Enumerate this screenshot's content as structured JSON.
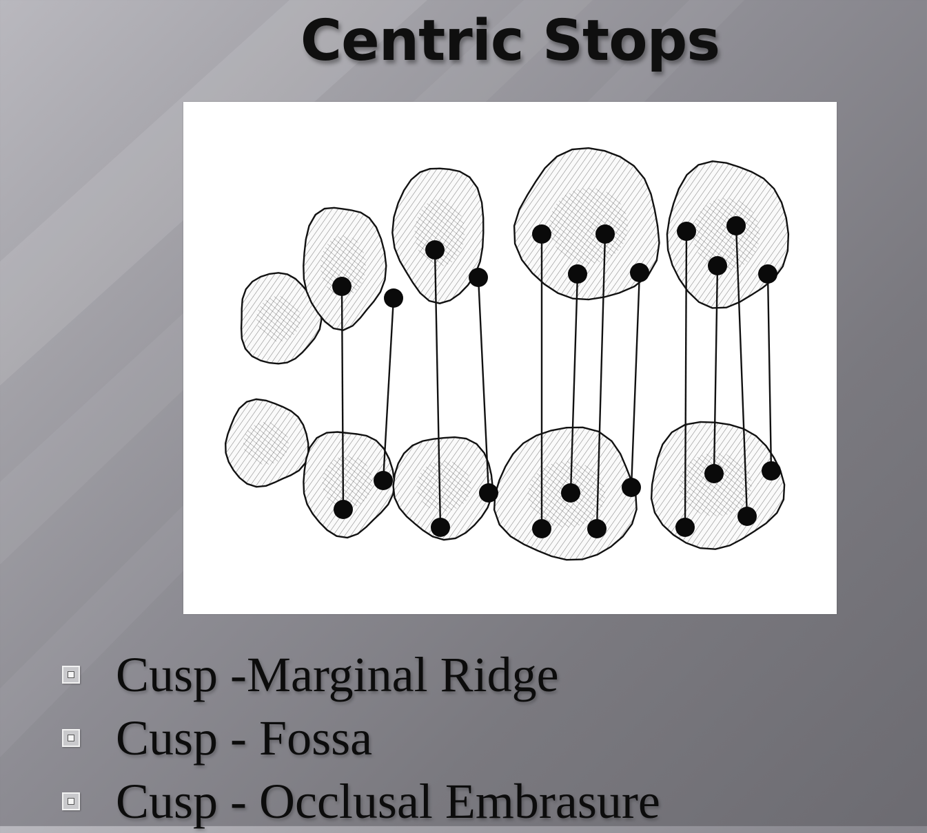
{
  "slide": {
    "title": "Centric Stops",
    "bullets": [
      "Cusp -Marginal Ridge",
      "Cusp - Fossa",
      "Cusp - Occlusal Embrasure"
    ]
  },
  "icons": {
    "bullet": "boxed-square-bullet-icon"
  },
  "colors": {
    "background_light": "#b9b8be",
    "background_dark": "#6c6b71",
    "title": "#0f0f0f",
    "bullet_text": "#0c0c0c",
    "figure_background": "#ffffff",
    "ink": "#111111"
  }
}
